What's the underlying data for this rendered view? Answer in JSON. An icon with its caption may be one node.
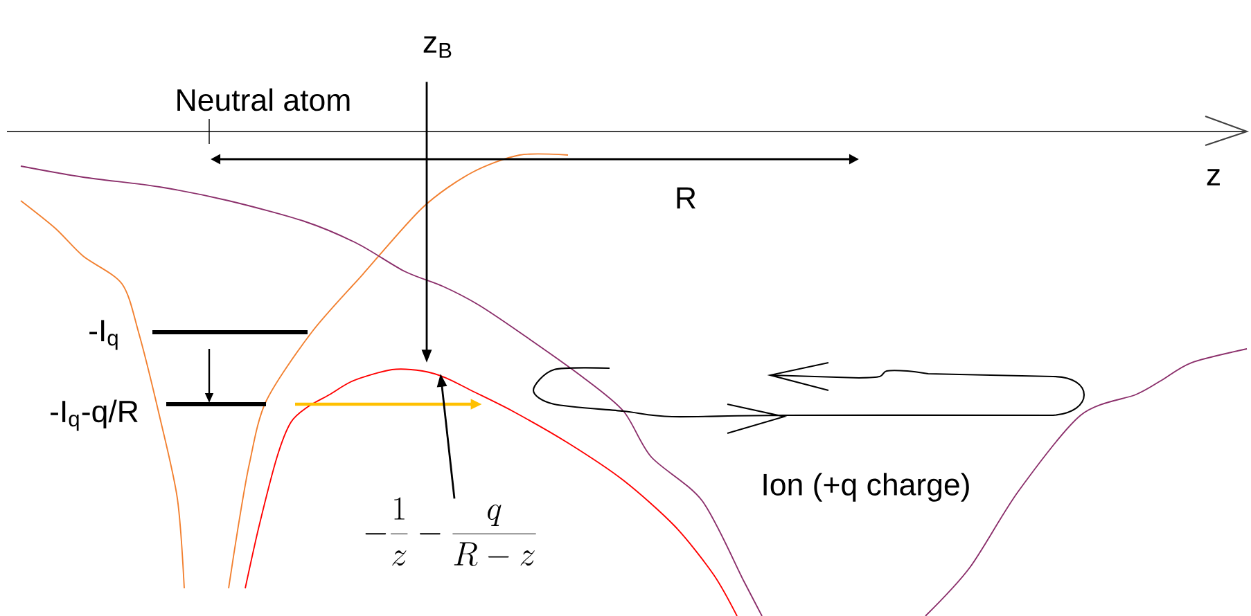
{
  "diagram": {
    "nodes": [
      {
        "text": [
          "z$_{B}$"
        ]
      },
      {
        "text": [
          "-\\frac{1}{z}-\\frac{q}{R-z}"
        ]
      }
    ],
    "edges": [
      {
        "from": 0,
        "to": null,
        "arrow": "to"
      },
      {
        "from": 1,
        "to": null,
        "arrow": "to"
      }
    ],
    "labels": [
      "Neutral atom",
      "R",
      "z",
      "-I$_{q}$",
      "-I$_{q}$-q/R",
      "Ion (+q charge)"
    ]
  }
}
